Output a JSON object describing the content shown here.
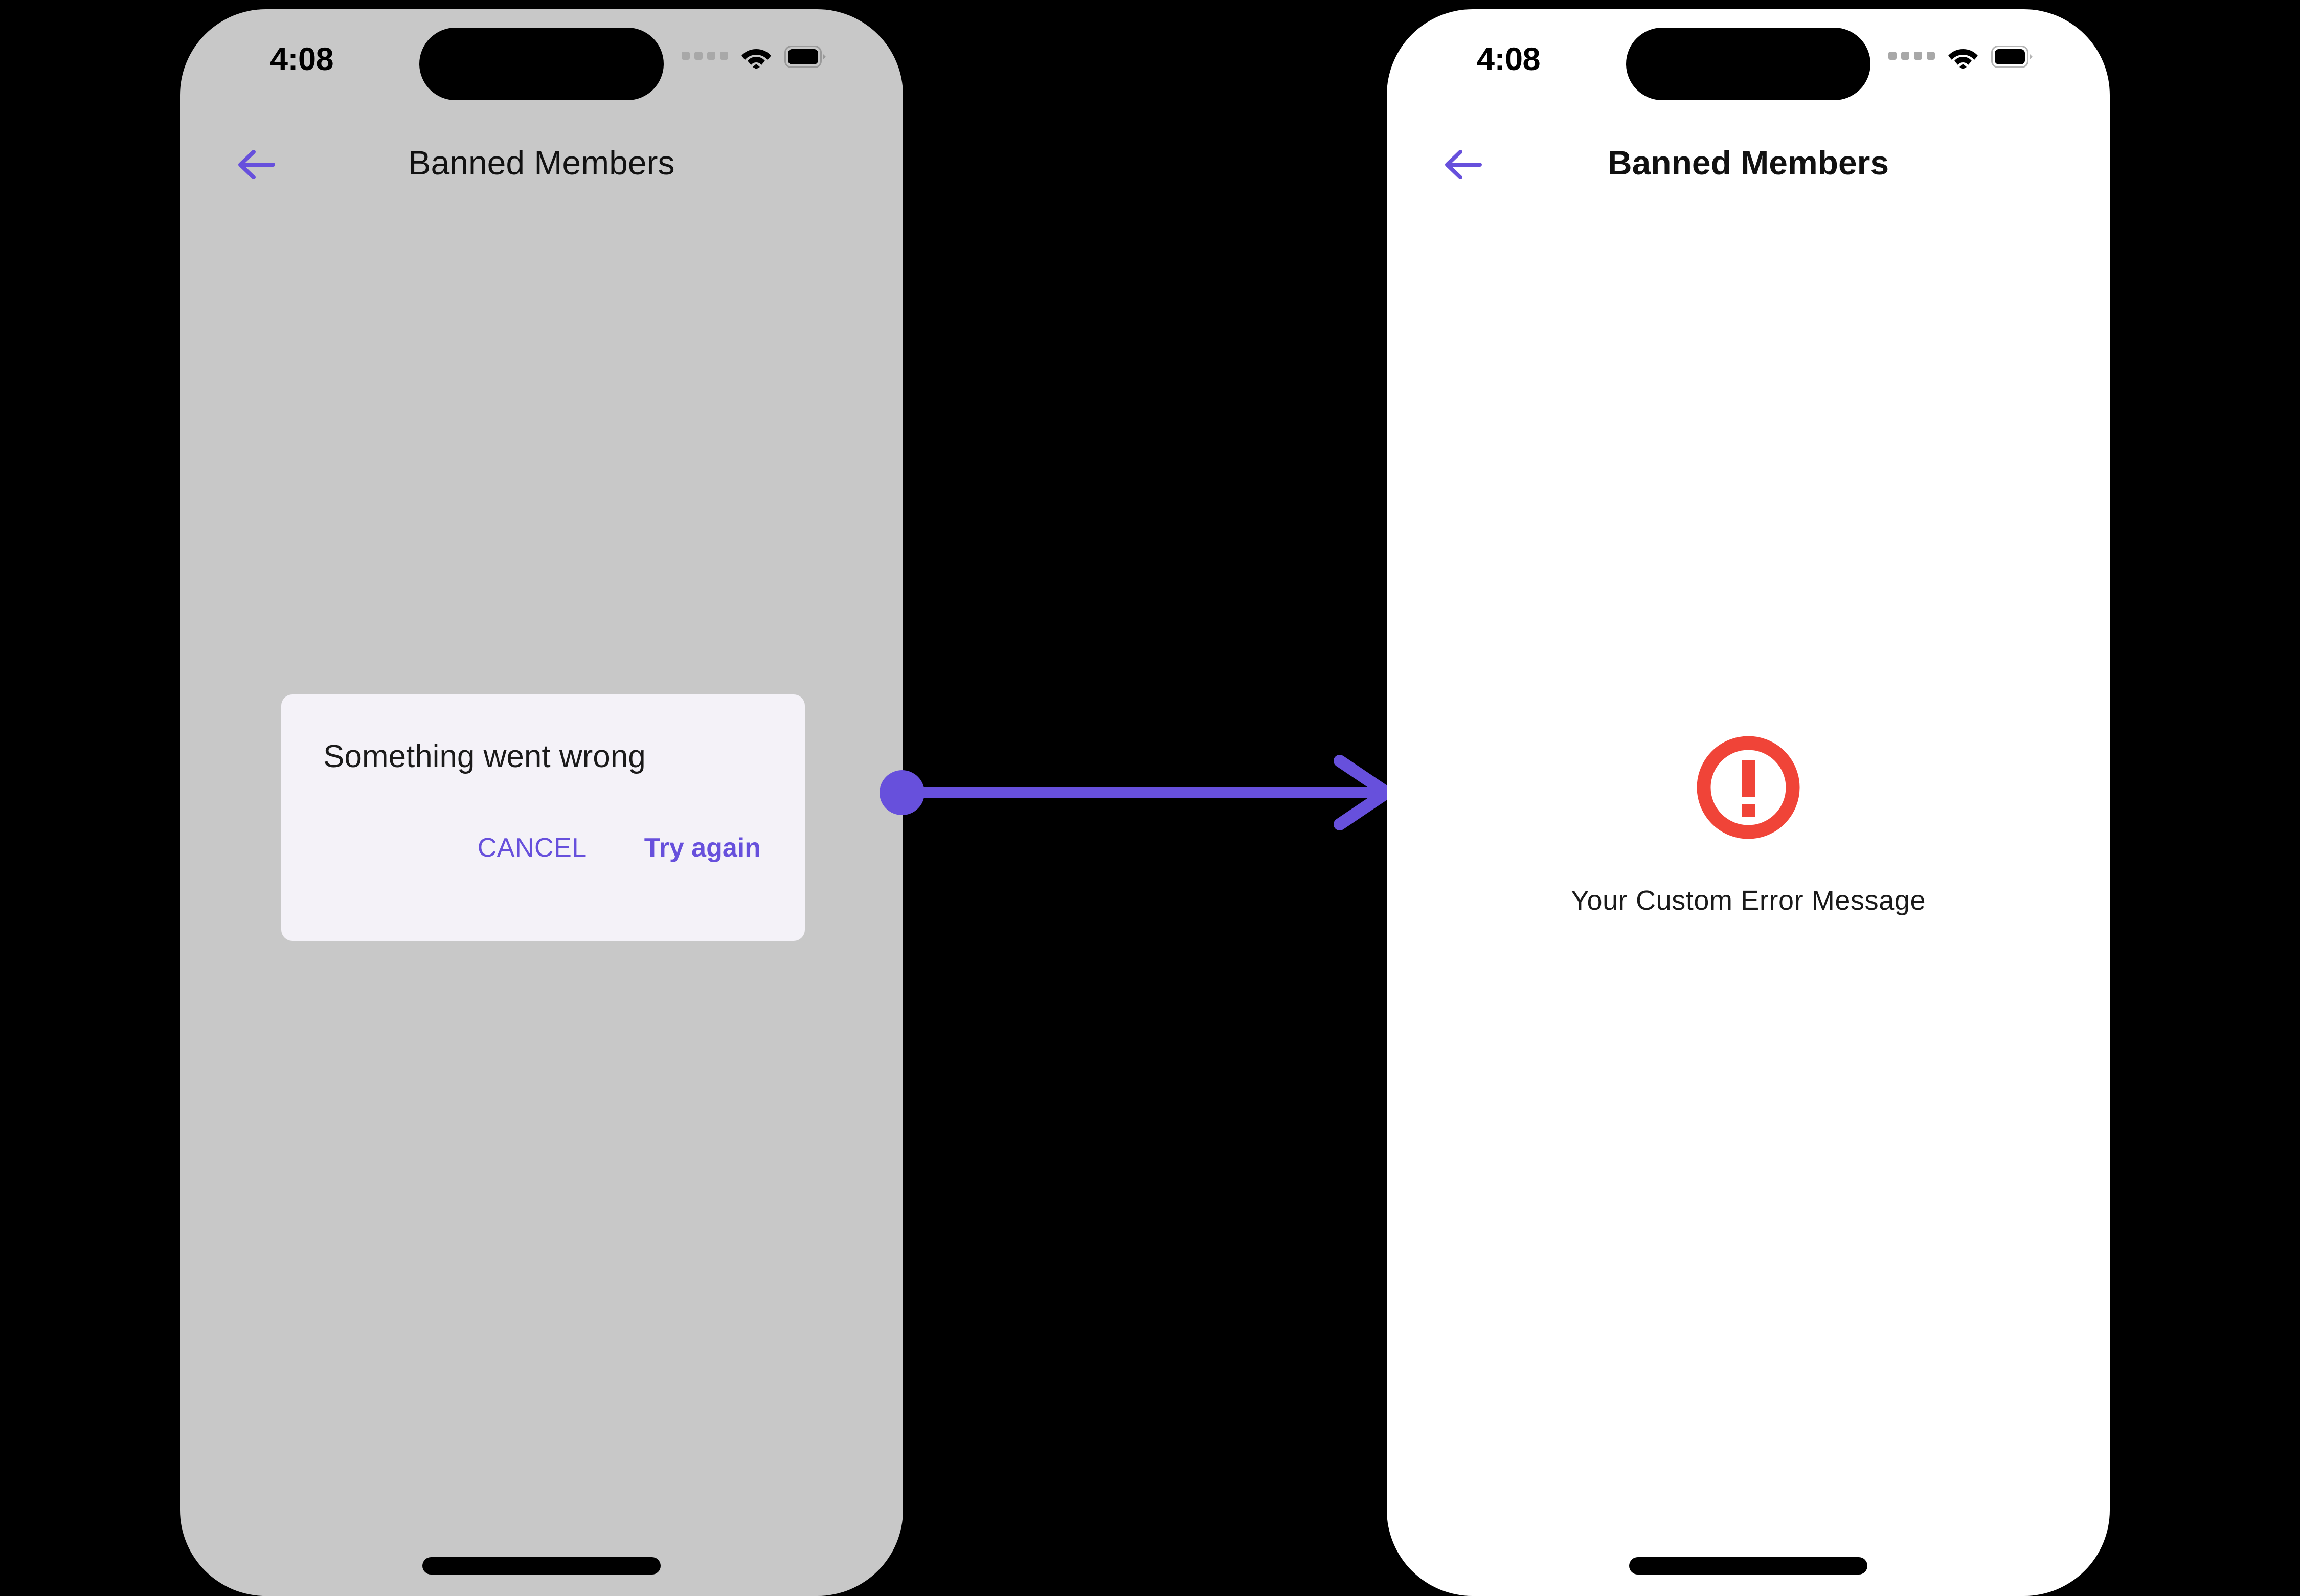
{
  "theme": {
    "accent_purple": "#6750DC",
    "error_red": "#F04438",
    "overlay_gray": "#C8C8C8",
    "dialog_bg": "#F4F2F8",
    "screen_white": "#FFFFFF",
    "backdrop_black": "#000000"
  },
  "screens": [
    {
      "id": "dialog-screen",
      "status_bar": {
        "time": "4:08",
        "cellular_icon": "signal-dots-icon",
        "wifi_icon": "wifi-icon",
        "battery_icon": "battery-full-icon"
      },
      "nav": {
        "back_icon": "arrow-left-icon",
        "title": "Banned Members"
      },
      "dialog": {
        "title": "Something went wrong",
        "cancel_label": "CANCEL",
        "retry_label": "Try again"
      }
    },
    {
      "id": "error-screen",
      "status_bar": {
        "time": "4:08",
        "cellular_icon": "signal-dots-icon",
        "wifi_icon": "wifi-icon",
        "battery_icon": "battery-full-icon"
      },
      "nav": {
        "back_icon": "arrow-left-icon",
        "title": "Banned Members"
      },
      "error": {
        "icon": "error-circle-exclamation-icon",
        "message": "Your Custom Error Message"
      }
    }
  ],
  "connector": {
    "icon": "arrow-right-connector",
    "start_marker": "dot",
    "end_marker": "chevron-arrowhead"
  }
}
